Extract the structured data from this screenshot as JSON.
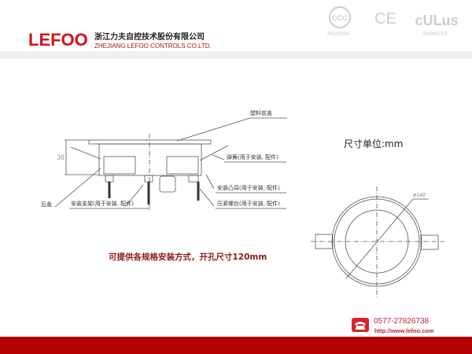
{
  "header": {
    "logo": "LEFOO",
    "company_cn": "浙江力夫自控技术股份有限公司",
    "company_en": "ZHEJIANG LEFOO CONTROLS CO.LTD.",
    "certs": [
      {
        "name": "CCC",
        "code": "A030034"
      },
      {
        "name": "CE"
      },
      {
        "name": "cULus",
        "code": "MH46253"
      }
    ]
  },
  "drawing": {
    "dimension_height": "38",
    "labels": {
      "front_cover": "塑料前盖",
      "spring": "弹簧(用于安装, 配件)",
      "lug": "安装凸耳(用于安装, 配件)",
      "screw": "压紧螺丝(用于安装, 配件)",
      "back_cover": "后盖",
      "bracket": "安装支架(用于安装, 配件)"
    },
    "diameter": "ø140"
  },
  "unit": "尺寸单位:mm",
  "note": "可提供各规格安装方式，开孔尺寸120mm",
  "footer": {
    "phone": "0577-27826738",
    "url": "http://www.lefoo.com"
  }
}
